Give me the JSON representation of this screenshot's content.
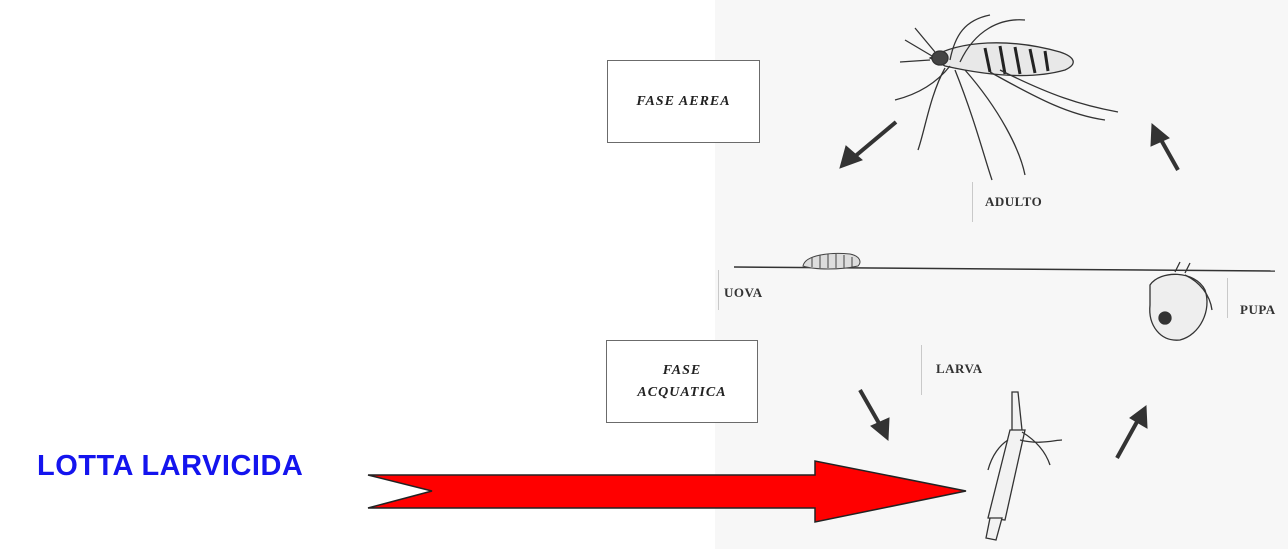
{
  "phases": {
    "aerial": "FASE AEREA",
    "aquatic_line1": "FASE",
    "aquatic_line2": "ACQUATICA"
  },
  "stages": {
    "adult": "ADULTO",
    "eggs": "UOVA",
    "pupa": "PUPA",
    "larva": "LARVA"
  },
  "callout": {
    "label": "LOTTA LARVICIDA",
    "arrow_color": "#ff0000",
    "label_color": "#1414ee"
  }
}
